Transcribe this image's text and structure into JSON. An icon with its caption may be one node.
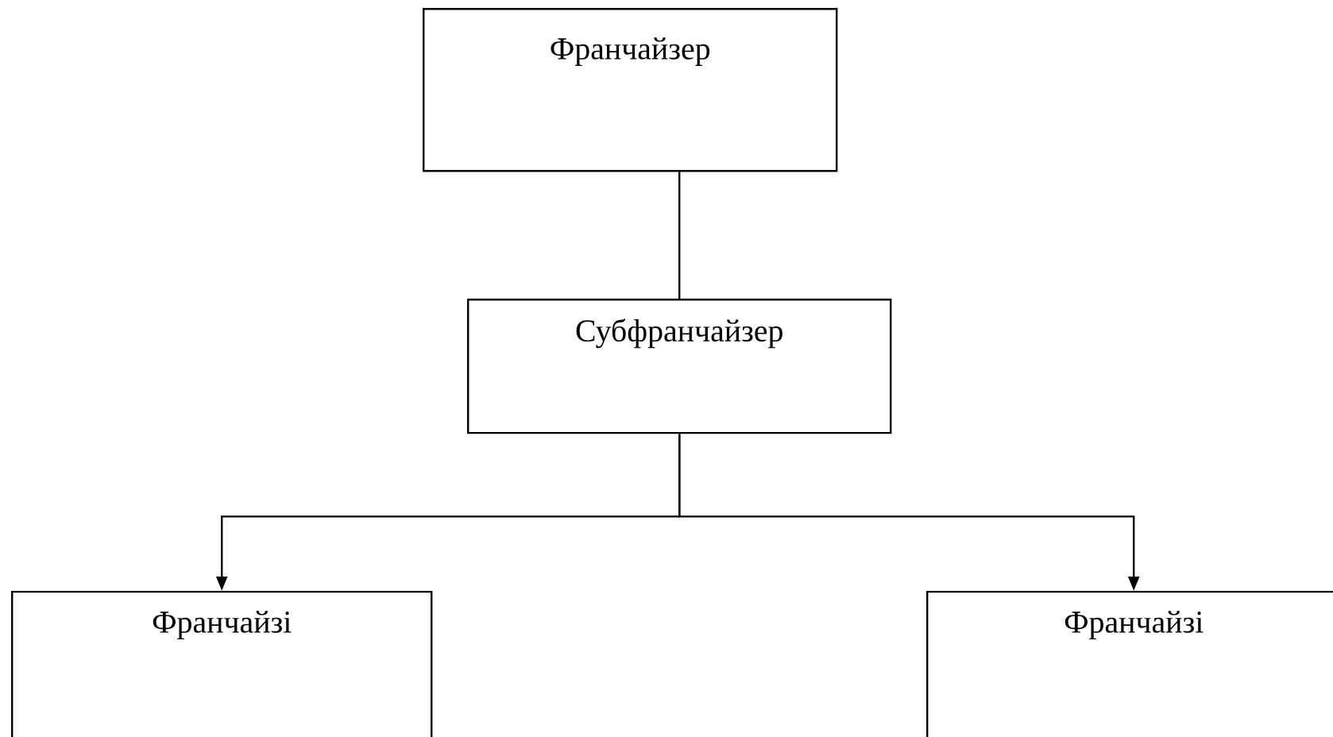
{
  "diagram": {
    "nodes": [
      {
        "text": [
          "Франчайзер"
        ]
      },
      {
        "text": [
          "Субфранчайзер"
        ]
      },
      {
        "text": [
          "Франчайзі"
        ]
      },
      {
        "text": [
          "Франчайзі"
        ]
      }
    ],
    "edges": [
      {
        "from": 0,
        "to": 1,
        "arrow": "none"
      },
      {
        "from": 1,
        "to": 2,
        "arrow": "to"
      },
      {
        "from": 1,
        "to": 3,
        "arrow": "to"
      }
    ]
  }
}
